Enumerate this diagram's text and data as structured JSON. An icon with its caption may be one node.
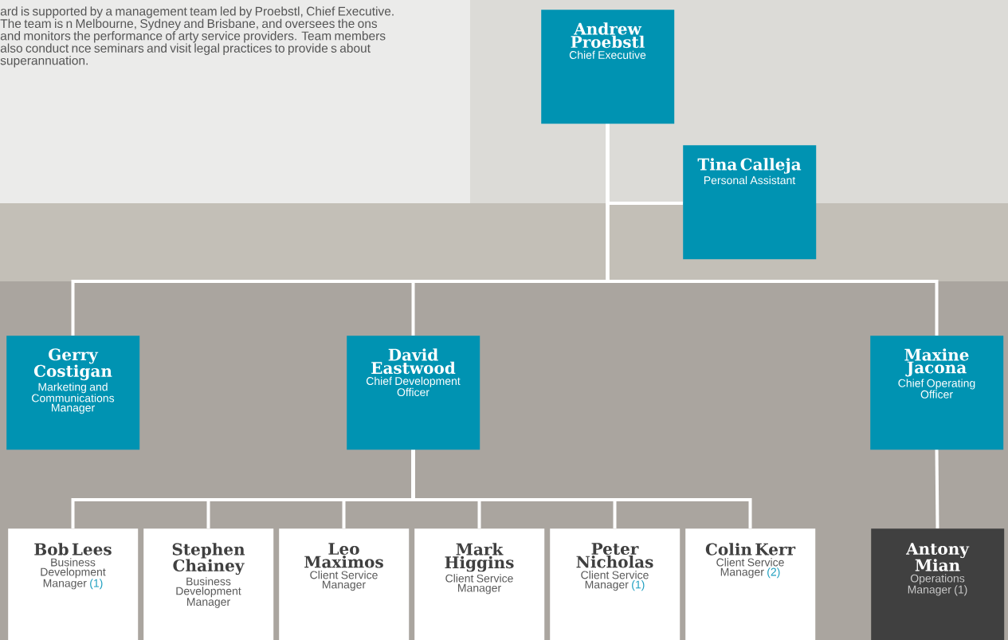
{
  "diagram": {
    "nodes": [
      {
        "text": [
          "Andrew Proebstl",
          "Chief Executive"
        ]
      },
      {
        "text": [
          "Tina Calleja",
          "Personal Assistant"
        ]
      },
      {
        "text": [
          "Gerry Costigan",
          "Marketing and Communications Manager"
        ]
      },
      {
        "text": [
          "David Eastwood",
          "Chief Development Officer"
        ]
      },
      {
        "text": [
          "Maxine Jacona",
          "Chief Operating Officer"
        ]
      },
      {
        "text": [
          "Bob Lees",
          "Business Development Manager",
          "(1)"
        ]
      },
      {
        "text": [
          "Stephen Chainey",
          "Business Development Manager"
        ]
      },
      {
        "text": [
          "Leo Maximos",
          "Client Service Manager"
        ]
      },
      {
        "text": [
          "Mark Higgins",
          "Client Service Manager"
        ]
      },
      {
        "text": [
          "Peter Nicholas",
          "Client Service Manager",
          "(1)"
        ]
      },
      {
        "text": [
          "Colin Kerr",
          "Client Service Manager",
          "(2)"
        ]
      },
      {
        "text": [
          "Antony Mian",
          "Operations Manager (1)"
        ]
      }
    ],
    "edges": [
      {
        "from": 0,
        "to": 1,
        "arrow": "none"
      },
      {
        "from": 0,
        "to": 2,
        "arrow": "none"
      },
      {
        "from": 0,
        "to": 3,
        "arrow": "none"
      },
      {
        "from": 0,
        "to": 4,
        "arrow": "none"
      },
      {
        "from": 3,
        "to": 5,
        "arrow": "none"
      },
      {
        "from": 3,
        "to": 6,
        "arrow": "none"
      },
      {
        "from": 3,
        "to": 7,
        "arrow": "none"
      },
      {
        "from": 3,
        "to": 8,
        "arrow": "none"
      },
      {
        "from": 3,
        "to": 9,
        "arrow": "none"
      },
      {
        "from": 3,
        "to": 10,
        "arrow": "none"
      },
      {
        "from": 4,
        "to": 11,
        "arrow": "none"
      }
    ],
    "labels": [
      "ard is supported by a management team led by Proebstl, Chief Executive. The team is n Melbourne, Sydney and Brisbane, and oversees the ons and monitors the performance of arty service providers. Team members also conduct nce seminars and visit legal practices to provide s about superannuation."
    ]
  }
}
